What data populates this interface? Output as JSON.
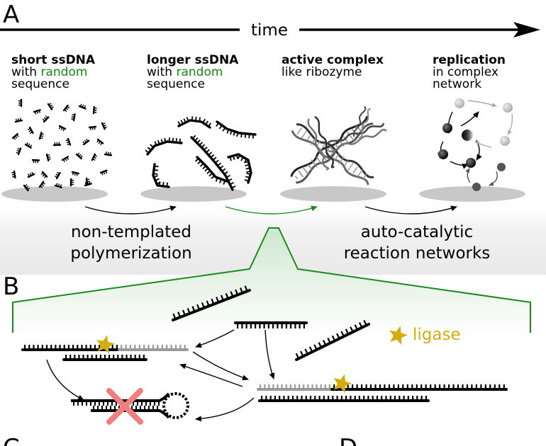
{
  "panel_a": {
    "label": "A",
    "time_label": "time",
    "stages": [
      {
        "title": "short ssDNA",
        "line2_prefix": "with ",
        "line2_highlight": "random",
        "line3": "sequence"
      },
      {
        "title": "longer ssDNA",
        "line2_prefix": "with ",
        "line2_highlight": "random",
        "line3": "sequence"
      },
      {
        "title": "active complex",
        "line2": "like ribozyme"
      },
      {
        "title": "replication",
        "line2": "in complex",
        "line3": "network"
      }
    ],
    "process_left": [
      "non-templated",
      "polymerization"
    ],
    "process_right": [
      "auto-catalytic",
      "reaction networks"
    ]
  },
  "panel_b": {
    "label": "B",
    "ligase_label": "ligase"
  },
  "colors": {
    "highlight_green": "#138a13",
    "ligase_gold": "#d4ac0d",
    "cross_red": "#f08080",
    "surface_gray": "#c8c8c8"
  }
}
